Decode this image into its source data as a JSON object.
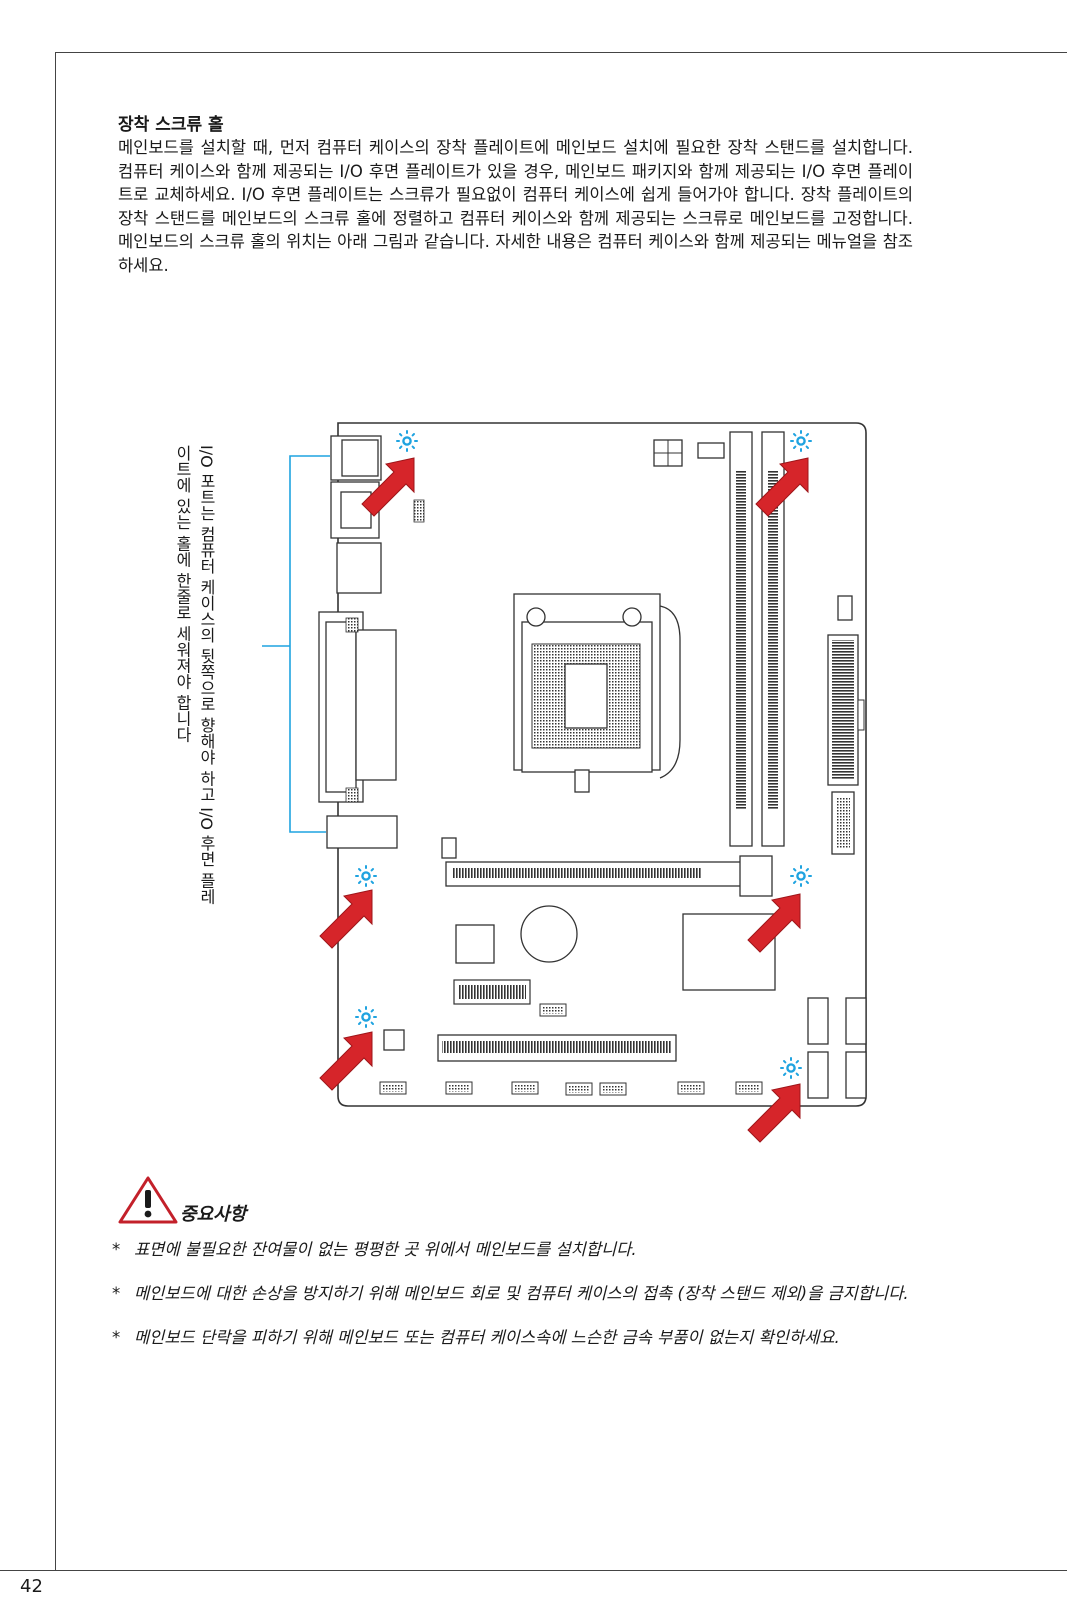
{
  "page_number": "42",
  "section": {
    "heading": "장착 스크류 홀",
    "body": "메인보드를 설치할 때, 먼저 컴퓨터 케이스의 장착 플레이트에 메인보드 설치에 필요한 장착 스탠드를 설치합니다. 컴퓨터 케이스와 함께 제공되는 I/O 후면 플레이트가 있을 경우, 메인보드 패키지와 함께 제공되는 I/O 후면 플레이트로 교체하세요. I/O 후면 플레이트는 스크류가 필요없이 컴퓨터 케이스에 쉽게 들어가야 합니다. 장착 플레이트의 장착 스탠드를 메인보드의 스크류 홀에 정렬하고 컴퓨터 케이스와 함께 제공되는 스크류로 메인보드를 고정합니다. 메인보드의 스크류 홀의 위치는 아래 그림과 같습니다. 자세한 내용은 컴퓨터 케이스와 함께 제공되는 메뉴얼을 참조하세요."
  },
  "diagram": {
    "caption": "I/O 포트는 컴퓨터 케이스의 뒷쪽으로 향해야 하고 I/O 후면 플레이트에 있는 홀에 한줄로 세워져야 합니다",
    "colors": {
      "screw_marker": "#1fa3e0",
      "arrow": "#d6252a",
      "bracket": "#1fa3e0"
    },
    "icons": [
      "screw-hole-marker-icon",
      "red-arrow-icon",
      "warning-triangle-icon"
    ]
  },
  "notice": {
    "title": "중요사항",
    "items": [
      "표면에 불필요한 잔여물이 없는 평평한 곳 위에서 메인보드를 설치합니다.",
      "메인보드에 대한 손상을 방지하기 위해 메인보드 회로 및 컴퓨터 케이스의 접촉 (장착 스탠드 제외)을 금지합니다.",
      "메인보드 단락을 피하기 위해 메인보드 또는 컴퓨터 케이스속에 느슨한 금속 부품이 없는지 확인하세요."
    ]
  }
}
